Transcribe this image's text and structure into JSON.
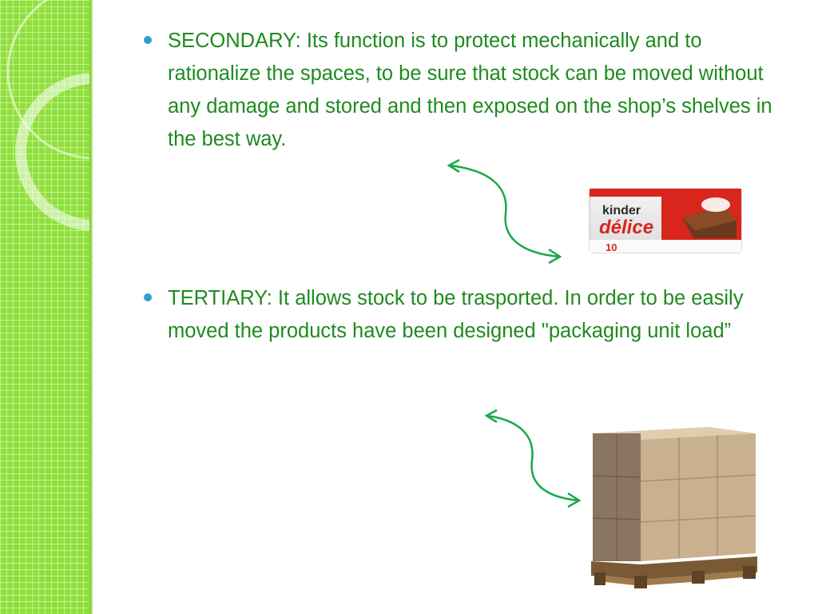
{
  "slide": {
    "bullets": [
      {
        "text": "SECONDARY: Its function is to protect mechanically and to rationalize the spaces, to be sure that stock can be moved without any damage and stored and then exposed on the shop’s shelves in the best way."
      },
      {
        "text": "TERTIARY: It allows stock to be trasported. In order to be easily moved  the products have been designed \"packaging unit load”"
      }
    ],
    "product_image": {
      "brand": "kinder",
      "name": "délice",
      "count": "10"
    }
  },
  "colors": {
    "text": "#1f8a1f",
    "bullet": "#2f9fd0",
    "arrow": "#1aa84a",
    "band": "#8fe03a",
    "product_red": "#d8261c"
  },
  "icons": {
    "arrow_1": "curved-double-arrow-icon",
    "arrow_2": "curved-double-arrow-icon"
  }
}
